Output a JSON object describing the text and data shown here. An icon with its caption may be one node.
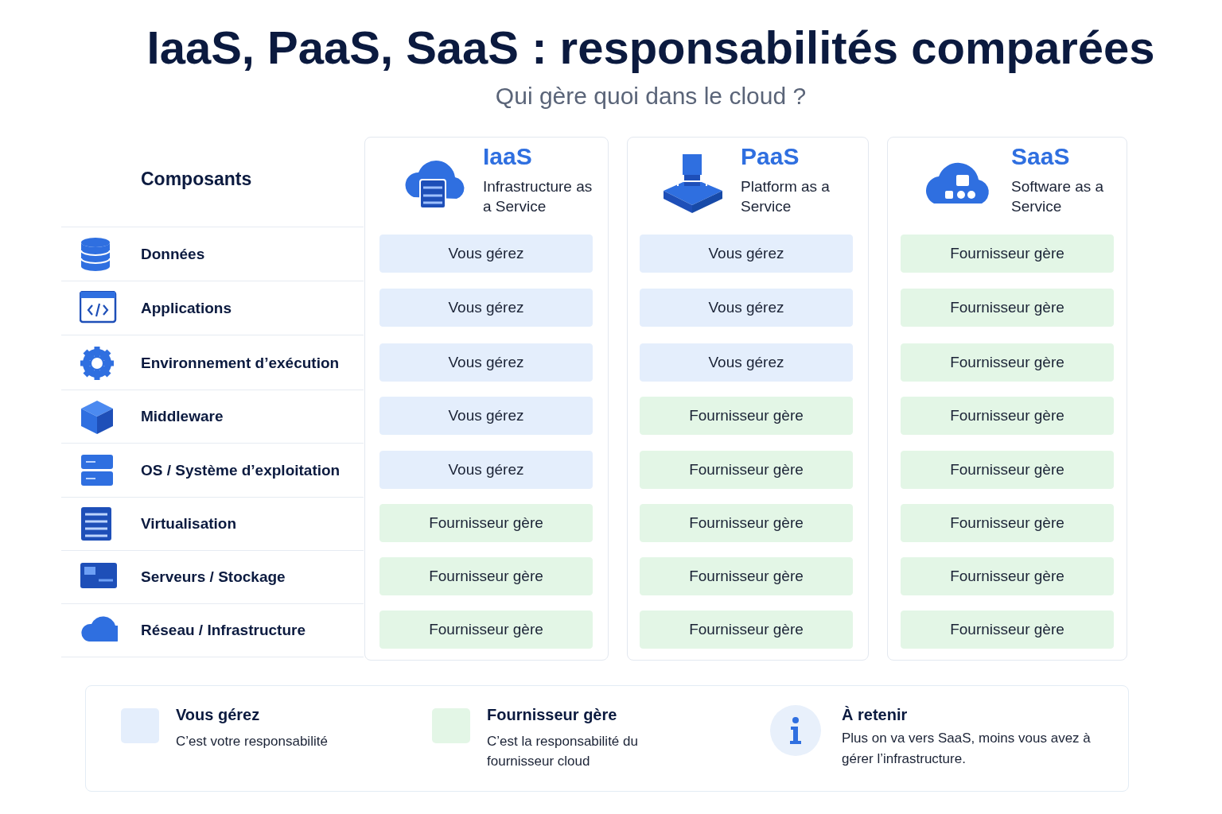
{
  "diagram": {
    "title": "IaaS, PaaS, SaaS : responsabilités comparées",
    "labels": [
      "Qui gère quoi dans le cloud ?",
      "Composants",
      "IaaS",
      "Infrastructure as a Service",
      "PaaS",
      "Platform as a Service",
      "SaaS",
      "Software as a Service",
      "Données",
      "Vous gérez",
      "Vous gérez",
      "Fournisseur gère",
      "Applications",
      "Vous gérez",
      "Vous gérez",
      "Fournisseur gère",
      "Environnement d’exécution",
      "Vous gérez",
      "Vous gérez",
      "Fournisseur gère",
      "Middleware",
      "Vous gérez",
      "Fournisseur gère",
      "Fournisseur gère",
      "OS / Système d’exploitation",
      "Vous gérez",
      "Fournisseur gère",
      "Fournisseur gère",
      "Virtualisation",
      "Fournisseur gère",
      "Fournisseur gère",
      "Fournisseur gère",
      "Serveurs / Stockage",
      "Fournisseur gère",
      "Fournisseur gère",
      "Fournisseur gère",
      "Réseau / Infrastructure",
      "Fournisseur gère",
      "Fournisseur gère",
      "Fournisseur gère",
      "C’est votre responsabilité",
      "C’est la responsabilité du fournisseur cloud",
      "À retenir",
      "Plus on va vers SaaS, moins vous avez à gérer l’infrastructure."
    ],
    "legend": [
      {
        "text": "Vous gérez",
        "color": "#e4eefc"
      },
      {
        "text": "Fournisseur gère",
        "color": "#e3f6e6"
      }
    ]
  }
}
